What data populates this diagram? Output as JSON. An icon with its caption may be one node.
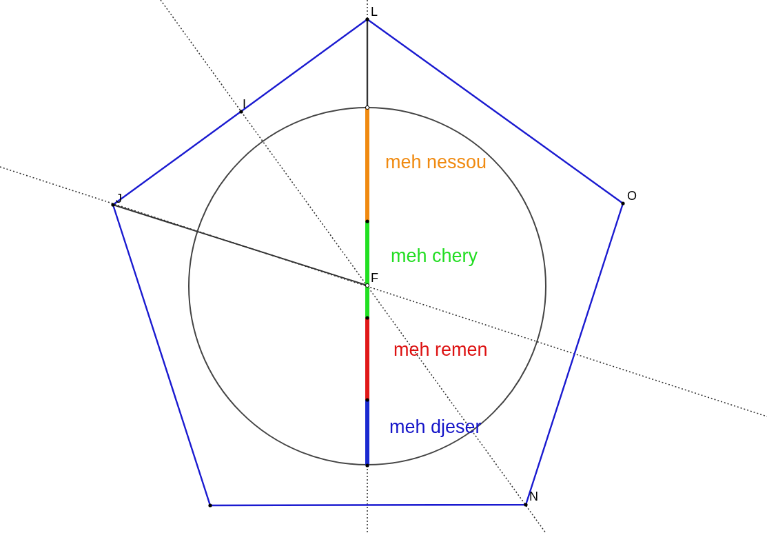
{
  "diagram": {
    "labels": [
      "L",
      "I",
      "J",
      "O",
      "F",
      "N",
      "meh nessou",
      "meh chery",
      "meh remen",
      "meh djeser"
    ]
  }
}
